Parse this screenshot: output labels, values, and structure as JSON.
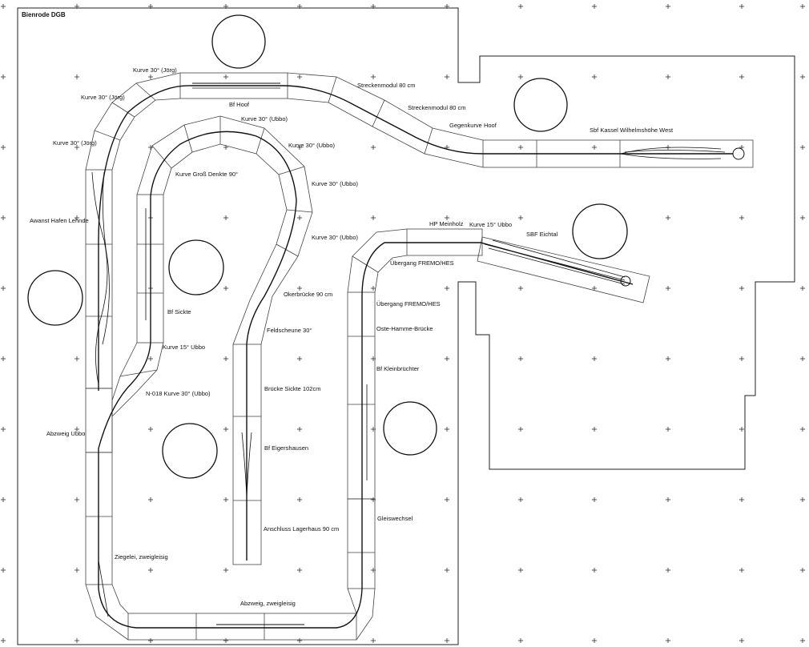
{
  "plan_title": "Bienrode DGB",
  "labels": [
    {
      "id": "kurve-30-joerg-top",
      "text": "Kurve 30° (Jörg)"
    },
    {
      "id": "kurve-30-joerg-mid",
      "text": "Kurve 30° (Jörg)"
    },
    {
      "id": "kurve-30-joerg-low",
      "text": "Kurve 30° (Jörg)"
    },
    {
      "id": "bf-hoof",
      "text": "Bf Hoof"
    },
    {
      "id": "streckenmodul-80-a",
      "text": "Streckenmodul 80 cm"
    },
    {
      "id": "streckenmodul-80-b",
      "text": "Streckenmodul 80 cm"
    },
    {
      "id": "gegenkurve-hoof",
      "text": "Gegenkurve Hoof"
    },
    {
      "id": "sbf-kassel",
      "text": "Sbf Kassel Wilhelmshöhe West"
    },
    {
      "id": "kurve-30-ubbo-1",
      "text": "Kurve 30° (Ubbo)"
    },
    {
      "id": "kurve-30-ubbo-2",
      "text": "Kurve 30° (Ubbo)"
    },
    {
      "id": "kurve-gross-denkte",
      "text": "Kurve Groß Denkte 90°"
    },
    {
      "id": "kurve-30-ubbo-3",
      "text": "Kurve 30° (Ubbo)"
    },
    {
      "id": "kurve-30-ubbo-4",
      "text": "Kurve 30° (Ubbo)"
    },
    {
      "id": "awanst-hafen-lehnde",
      "text": "Awanst Hafen Lehnde"
    },
    {
      "id": "hp-meinholz",
      "text": "HP Meinholz"
    },
    {
      "id": "kurve-15-ubbo-top",
      "text": "Kurve 15° Ubbo"
    },
    {
      "id": "sbf-eichtal",
      "text": "SBF Eichtal"
    },
    {
      "id": "uebergang-fremo-hes-1",
      "text": "Übergang FREMO/HES"
    },
    {
      "id": "okerbruecke",
      "text": "Okerbrücke 90 cm"
    },
    {
      "id": "uebergang-fremo-hes-2",
      "text": "Übergang FREMO/HES"
    },
    {
      "id": "bf-sickte",
      "text": "Bf Sickte"
    },
    {
      "id": "feldscheune",
      "text": "Feldscheune 30°"
    },
    {
      "id": "oste-hamme-bruecke",
      "text": "Oste-Hamme-Brücke"
    },
    {
      "id": "kurve-15-ubbo-left",
      "text": "Kurve 15° Ubbo"
    },
    {
      "id": "bf-kleinbruechter",
      "text": "Bf Kleinbrüchter"
    },
    {
      "id": "n-018-kurve",
      "text": "N-018 Kurve 30° (Ubbo)"
    },
    {
      "id": "bruecke-sickte",
      "text": "Brücke Sickte 102cm"
    },
    {
      "id": "abzweig-ubbo",
      "text": "Abzweig Ubbo"
    },
    {
      "id": "bf-eigershausen",
      "text": "Bf Eigershausen"
    },
    {
      "id": "gleiswechsel",
      "text": "Gleiswechsel"
    },
    {
      "id": "anschluss-lagerhaus",
      "text": "Anschluss Lagerhaus 90 cm"
    },
    {
      "id": "ziegelei",
      "text": "Ziegelei, zweigleisig"
    },
    {
      "id": "abzweig-zweigleisig",
      "text": "Abzweig, zweigleisig"
    }
  ]
}
